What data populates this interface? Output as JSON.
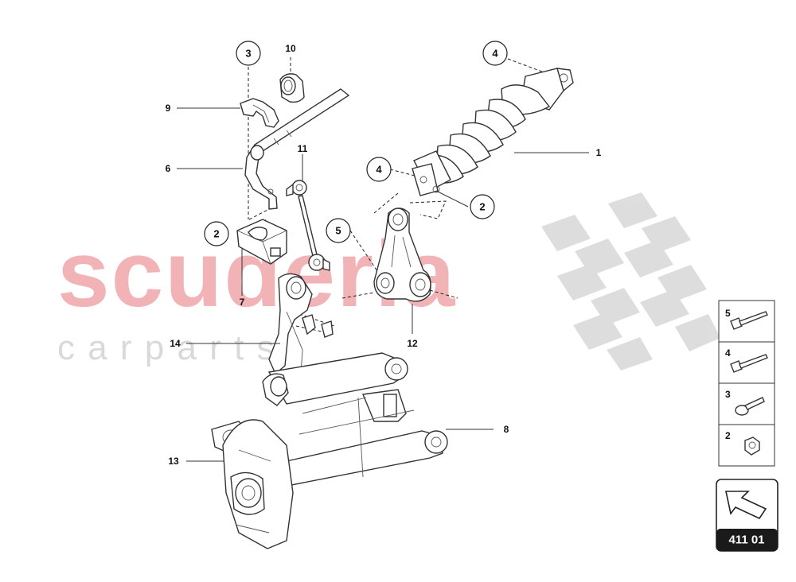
{
  "watermark": {
    "brand": "scuderia",
    "sub": "c a r p a r t s"
  },
  "callouts": [
    {
      "id": "1",
      "label": "1"
    },
    {
      "id": "2",
      "label": "2"
    },
    {
      "id": "2b",
      "label": "2"
    },
    {
      "id": "3",
      "label": "3"
    },
    {
      "id": "4",
      "label": "4"
    },
    {
      "id": "4b",
      "label": "4"
    },
    {
      "id": "5",
      "label": "5"
    },
    {
      "id": "6",
      "label": "6"
    },
    {
      "id": "7",
      "label": "7"
    },
    {
      "id": "8",
      "label": "8"
    },
    {
      "id": "9",
      "label": "9"
    },
    {
      "id": "10",
      "label": "10"
    },
    {
      "id": "11",
      "label": "11"
    },
    {
      "id": "12",
      "label": "12"
    },
    {
      "id": "13",
      "label": "13"
    },
    {
      "id": "14",
      "label": "14"
    }
  ],
  "legend": [
    {
      "label": "5",
      "icon": "bolt-long-icon"
    },
    {
      "label": "4",
      "icon": "bolt-long-icon"
    },
    {
      "label": "3",
      "icon": "bolt-short-icon"
    },
    {
      "label": "2",
      "icon": "nut-icon"
    }
  ],
  "reference": {
    "code": "411 01",
    "icon": "arrow-icon"
  }
}
